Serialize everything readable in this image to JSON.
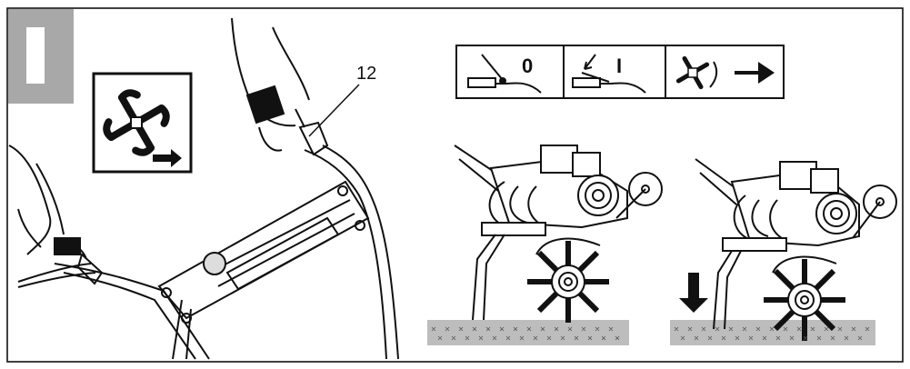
{
  "step_tab": {
    "label": "I",
    "bg": "#a8a8a8"
  },
  "callout": {
    "number": "12"
  },
  "symbols": {
    "lever_off": {
      "label": "0"
    },
    "lever_on": {
      "label": "I"
    },
    "rotation_forward_icon": "tine-rotation-forward-icon",
    "arrow_right_icon": "arrow-right-icon"
  },
  "warning_sign_icon": "tine-rotation-warning-icon",
  "down_arrow_icon": "arrow-down-icon",
  "colors": {
    "stroke": "#111111",
    "ground": "#bdbdbd",
    "tab": "#a8a8a8"
  }
}
